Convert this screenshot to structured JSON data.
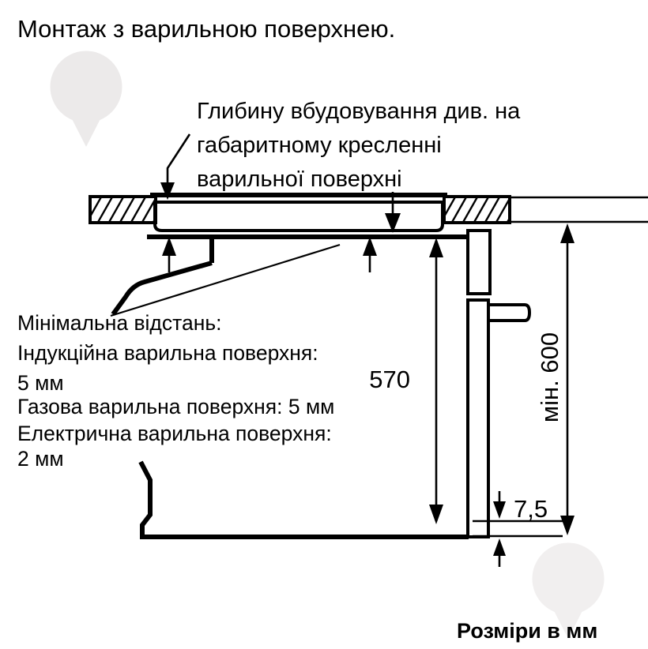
{
  "document": {
    "title": "Монтаж з варильною поверхнею.",
    "caption": "Розміри в мм",
    "units": "мм",
    "language": "uk"
  },
  "annotations": {
    "depth_note": {
      "line1": "Глибину вбудовування див. на",
      "line2": "габаритному кресленні",
      "line3": "варильної поверхні"
    },
    "clearance_note": {
      "line1": "Мінімальна відстань:",
      "line2": "Індукційна варильна поверхня:",
      "line3": "5 мм",
      "line4": "Газова варильна поверхня: 5 мм",
      "line5": "Електрична варильна поверхня:",
      "line6": "2 мм"
    }
  },
  "dimensions": {
    "oven_height": "570",
    "plinth_gap": "7,5",
    "niche_height": "мін. 600"
  },
  "watermark": {
    "name": "rozetka-logo-watermark",
    "color": "#eceaea"
  },
  "chart_data": {
    "type": "table",
    "title": "Монтаж з варильною поверхнею.",
    "labels": [
      "570",
      "7,5",
      "мін. 600"
    ],
    "values": [
      570,
      7.5,
      600
    ],
    "units": "мм"
  }
}
